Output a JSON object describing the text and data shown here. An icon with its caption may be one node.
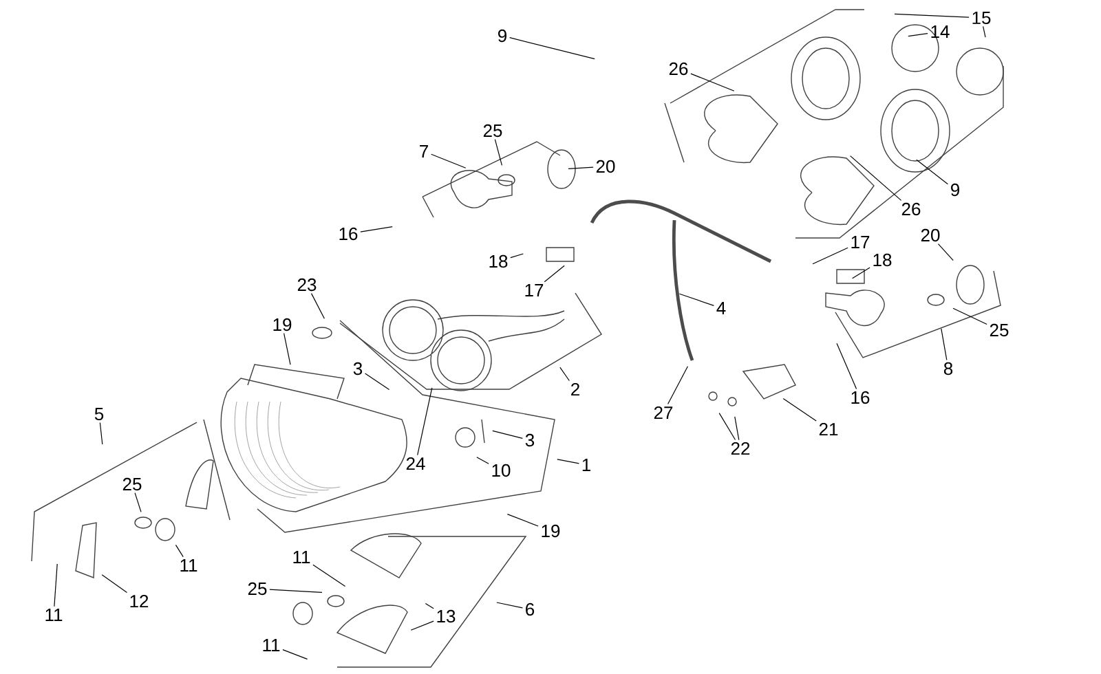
{
  "diagram": {
    "nodes": [
      {
        "text": [
          "9"
        ]
      },
      {
        "text": [
          "15"
        ]
      },
      {
        "text": [
          "14"
        ]
      },
      {
        "text": [
          "26"
        ]
      },
      {
        "text": [
          "7"
        ]
      },
      {
        "text": [
          "25"
        ]
      },
      {
        "text": [
          "20"
        ]
      },
      {
        "text": [
          "9"
        ]
      },
      {
        "text": [
          "26"
        ]
      },
      {
        "text": [
          "16"
        ]
      },
      {
        "text": [
          "18"
        ]
      },
      {
        "text": [
          "17"
        ]
      },
      {
        "text": [
          "4"
        ]
      },
      {
        "text": [
          "17"
        ]
      },
      {
        "text": [
          "18"
        ]
      },
      {
        "text": [
          "20"
        ]
      },
      {
        "text": [
          "23"
        ]
      },
      {
        "text": [
          "19"
        ]
      },
      {
        "text": [
          "2"
        ]
      },
      {
        "text": [
          "3"
        ]
      },
      {
        "text": [
          "25"
        ]
      },
      {
        "text": [
          "8"
        ]
      },
      {
        "text": [
          "16"
        ]
      },
      {
        "text": [
          "27"
        ]
      },
      {
        "text": [
          "21"
        ]
      },
      {
        "text": [
          "22"
        ]
      },
      {
        "text": [
          "5"
        ]
      },
      {
        "text": [
          "3"
        ]
      },
      {
        "text": [
          "24"
        ]
      },
      {
        "text": [
          "10"
        ]
      },
      {
        "text": [
          "1"
        ]
      },
      {
        "text": [
          "25"
        ]
      },
      {
        "text": [
          "19"
        ]
      },
      {
        "text": [
          "11"
        ]
      },
      {
        "text": [
          "11"
        ]
      },
      {
        "text": [
          "25"
        ]
      },
      {
        "text": [
          "6"
        ]
      },
      {
        "text": [
          "13"
        ]
      },
      {
        "text": [
          "12"
        ]
      },
      {
        "text": [
          "11"
        ]
      },
      {
        "text": [
          "11"
        ]
      }
    ],
    "edges": [
      {
        "from": 0,
        "to": null,
        "arrow": "none"
      },
      {
        "from": 1,
        "to": null,
        "arrow": "none"
      },
      {
        "from": 1,
        "to": null,
        "arrow": "none"
      },
      {
        "from": 2,
        "to": null,
        "arrow": "none"
      },
      {
        "from": 3,
        "to": null,
        "arrow": "none"
      },
      {
        "from": 4,
        "to": null,
        "arrow": "none"
      },
      {
        "from": 5,
        "to": null,
        "arrow": "none"
      },
      {
        "from": 6,
        "to": null,
        "arrow": "none"
      },
      {
        "from": 7,
        "to": null,
        "arrow": "none"
      },
      {
        "from": 8,
        "to": null,
        "arrow": "none"
      },
      {
        "from": 9,
        "to": null,
        "arrow": "none"
      },
      {
        "from": 10,
        "to": null,
        "arrow": "none"
      },
      {
        "from": 11,
        "to": null,
        "arrow": "none"
      },
      {
        "from": 12,
        "to": null,
        "arrow": "none"
      },
      {
        "from": 13,
        "to": null,
        "arrow": "none"
      },
      {
        "from": 14,
        "to": null,
        "arrow": "none"
      },
      {
        "from": 15,
        "to": null,
        "arrow": "none"
      },
      {
        "from": 16,
        "to": null,
        "arrow": "none"
      },
      {
        "from": 17,
        "to": null,
        "arrow": "none"
      },
      {
        "from": 18,
        "to": null,
        "arrow": "none"
      },
      {
        "from": 19,
        "to": null,
        "arrow": "none"
      },
      {
        "from": 20,
        "to": null,
        "arrow": "none"
      },
      {
        "from": 21,
        "to": null,
        "arrow": "none"
      },
      {
        "from": 22,
        "to": null,
        "arrow": "none"
      },
      {
        "from": 23,
        "to": null,
        "arrow": "none"
      },
      {
        "from": 24,
        "to": null,
        "arrow": "none"
      },
      {
        "from": 25,
        "to": null,
        "arrow": "none"
      },
      {
        "from": 25,
        "to": null,
        "arrow": "none"
      },
      {
        "from": 26,
        "to": null,
        "arrow": "none"
      },
      {
        "from": 27,
        "to": null,
        "arrow": "none"
      },
      {
        "from": 28,
        "to": null,
        "arrow": "none"
      },
      {
        "from": 29,
        "to": null,
        "arrow": "none"
      },
      {
        "from": 30,
        "to": null,
        "arrow": "none"
      },
      {
        "from": 31,
        "to": null,
        "arrow": "none"
      },
      {
        "from": 32,
        "to": null,
        "arrow": "none"
      },
      {
        "from": 33,
        "to": null,
        "arrow": "none"
      },
      {
        "from": 34,
        "to": null,
        "arrow": "none"
      },
      {
        "from": 35,
        "to": null,
        "arrow": "none"
      },
      {
        "from": 36,
        "to": null,
        "arrow": "none"
      },
      {
        "from": 37,
        "to": null,
        "arrow": "none"
      },
      {
        "from": 37,
        "to": null,
        "arrow": "none"
      },
      {
        "from": 38,
        "to": null,
        "arrow": "none"
      },
      {
        "from": 39,
        "to": null,
        "arrow": "none"
      },
      {
        "from": 40,
        "to": null,
        "arrow": "none"
      }
    ]
  }
}
